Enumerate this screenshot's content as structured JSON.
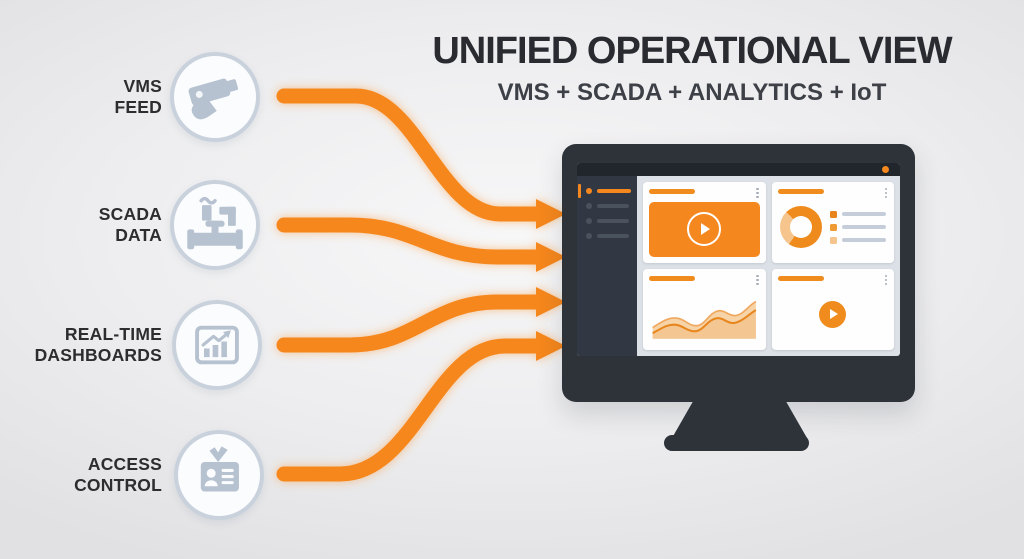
{
  "header": {
    "title": "UNIFIED OPERATIONAL VIEW",
    "subtitle": "VMS + SCADA + ANALYTICS + IoT"
  },
  "sources": [
    {
      "label_line1": "VMS",
      "label_line2": "FEED",
      "icon": "cctv-camera-icon"
    },
    {
      "label_line1": "SCADA",
      "label_line2": "DATA",
      "icon": "industrial-valve-icon"
    },
    {
      "label_line1": "REAL-TIME",
      "label_line2": "DASHBOARDS",
      "icon": "bar-chart-icon"
    },
    {
      "label_line1": "ACCESS",
      "label_line2": "CONTROL",
      "icon": "id-badge-icon"
    }
  ],
  "monitor": {
    "topbar": {
      "status_dot_color": "#f5871f"
    },
    "sidebar": {
      "items": [
        {
          "state": "active"
        },
        {
          "state": "inactive"
        },
        {
          "state": "inactive"
        },
        {
          "state": "inactive"
        }
      ]
    },
    "widgets": [
      {
        "name": "video-feed-widget",
        "type": "video"
      },
      {
        "name": "donut-chart-widget",
        "type": "donut",
        "legend_rows": 3
      },
      {
        "name": "area-chart-widget",
        "type": "area"
      },
      {
        "name": "media-play-widget",
        "type": "play"
      }
    ]
  },
  "colors": {
    "accent_orange": "#f5871f",
    "light_orange": "#f6c58e",
    "bezel_dark": "#2e333a",
    "sidebar_dark": "#323843",
    "screen_gray": "#dce1e7",
    "icon_gray_blue": "#b6c2d0",
    "circle_border": "#c9d2dc",
    "text_dark": "#292b30"
  }
}
